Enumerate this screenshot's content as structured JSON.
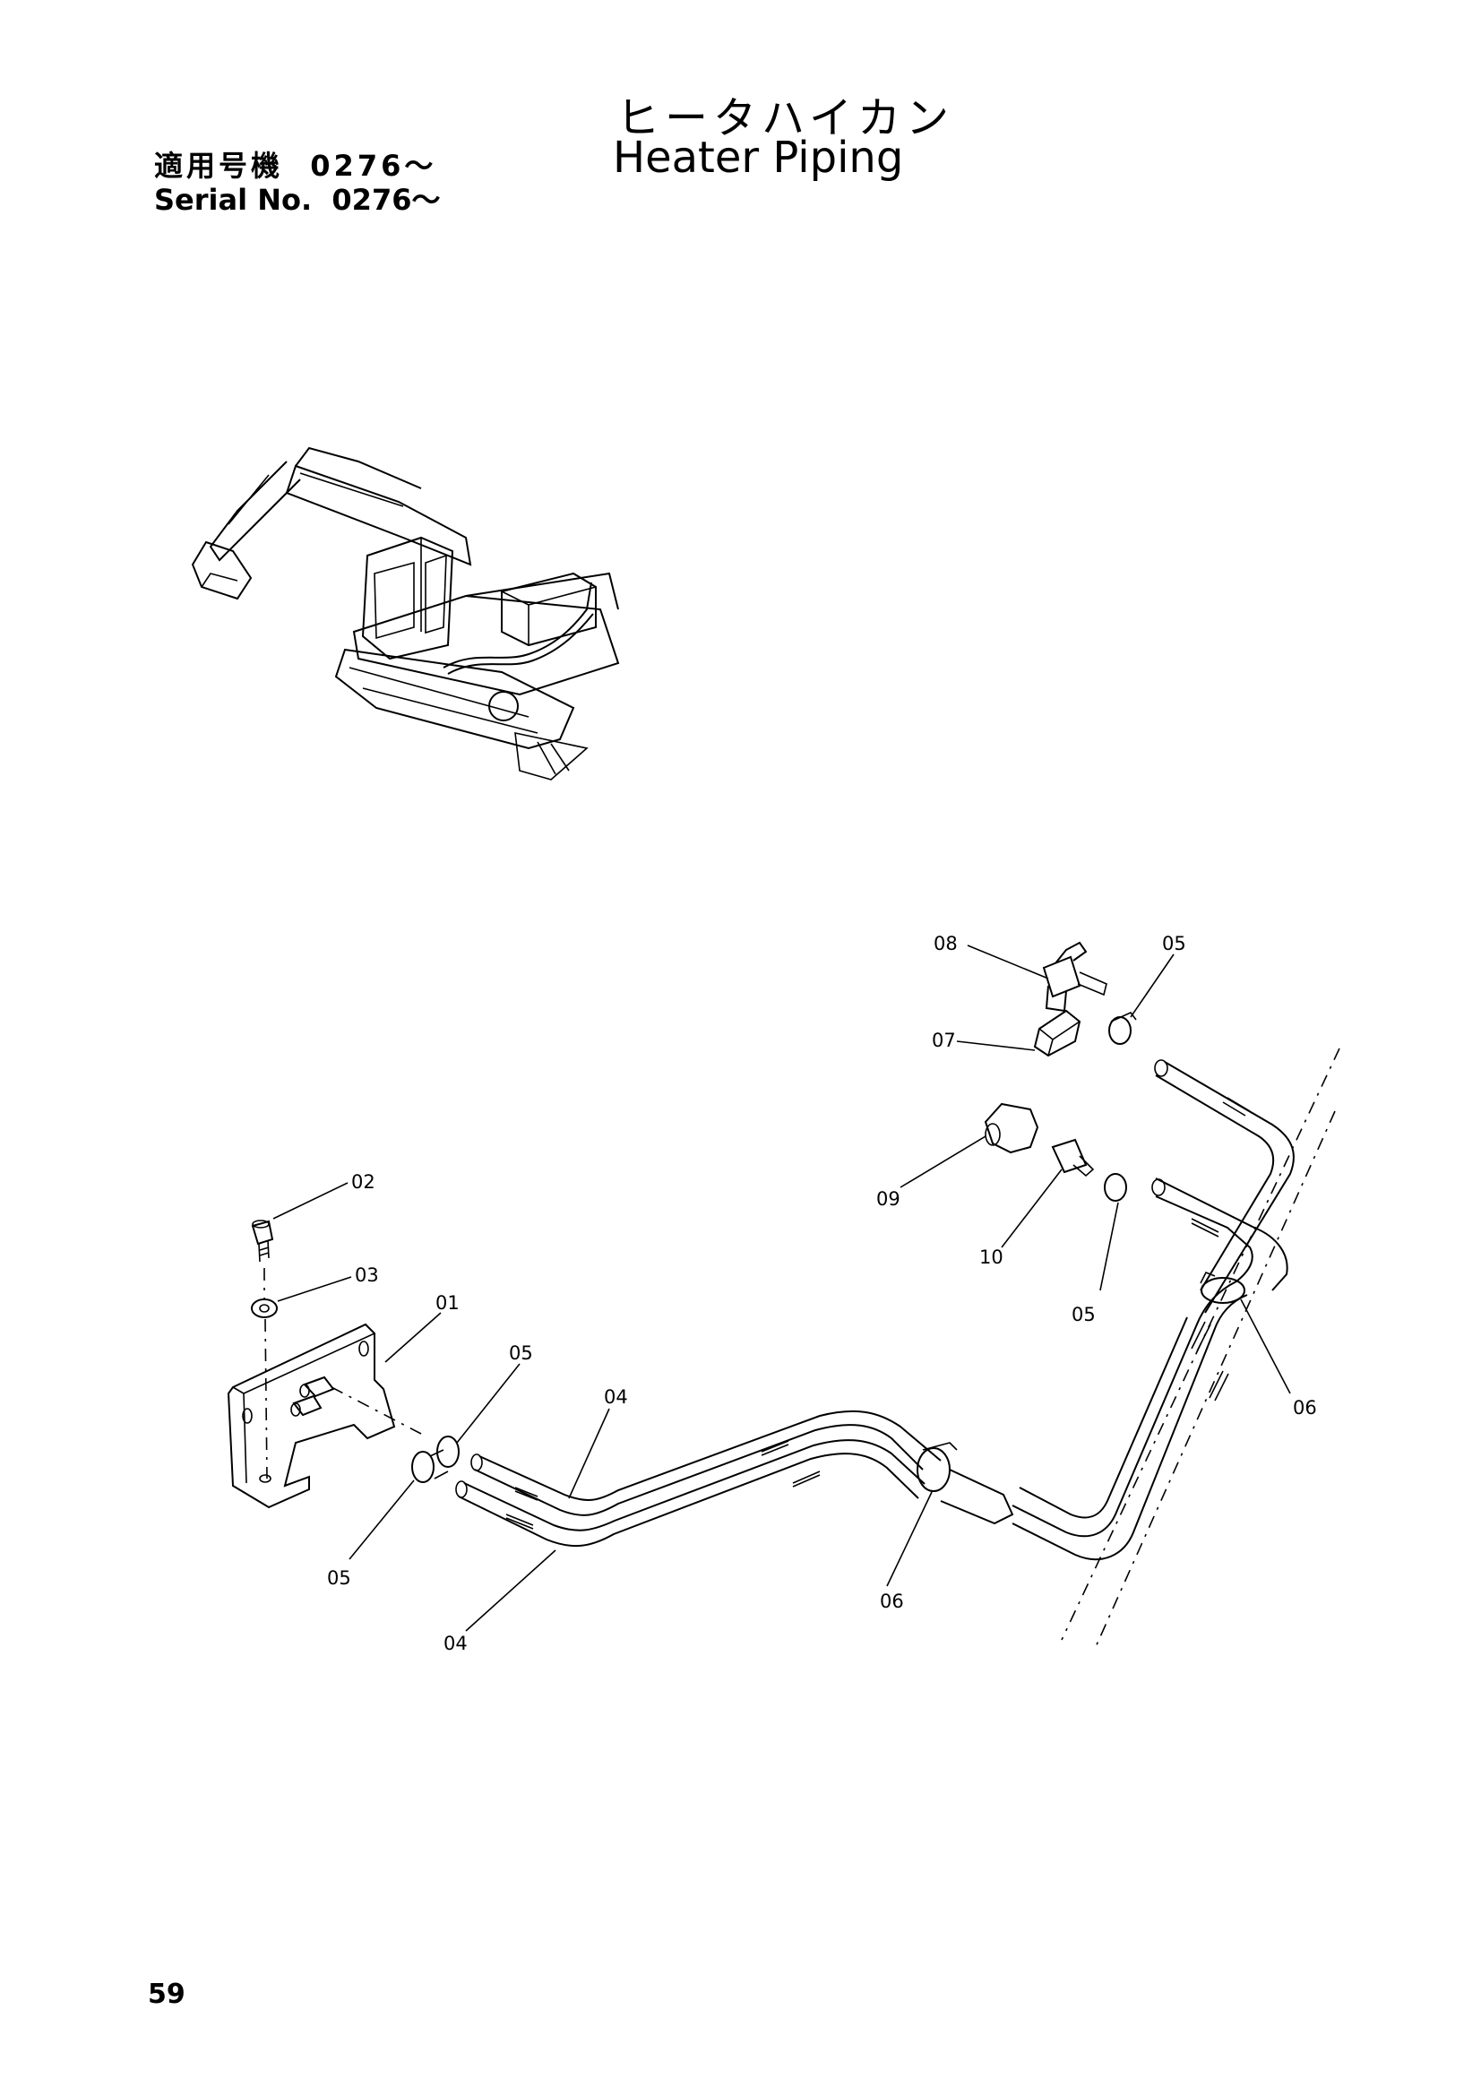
{
  "header": {
    "serial_jp": "適用号機  0276～",
    "serial_en": "Serial No.  0276～",
    "title_jp": "ヒータハイカン",
    "title_en": "Heater Piping"
  },
  "page_number": "59",
  "labels": {
    "p01": "01",
    "p02": "02",
    "p03": "03",
    "p04a": "04",
    "p04b": "04",
    "p05a": "05",
    "p05b": "05",
    "p05c": "05",
    "p05d": "05",
    "p06a": "06",
    "p06b": "06",
    "p07": "07",
    "p08": "08",
    "p09": "09",
    "p10": "10"
  }
}
